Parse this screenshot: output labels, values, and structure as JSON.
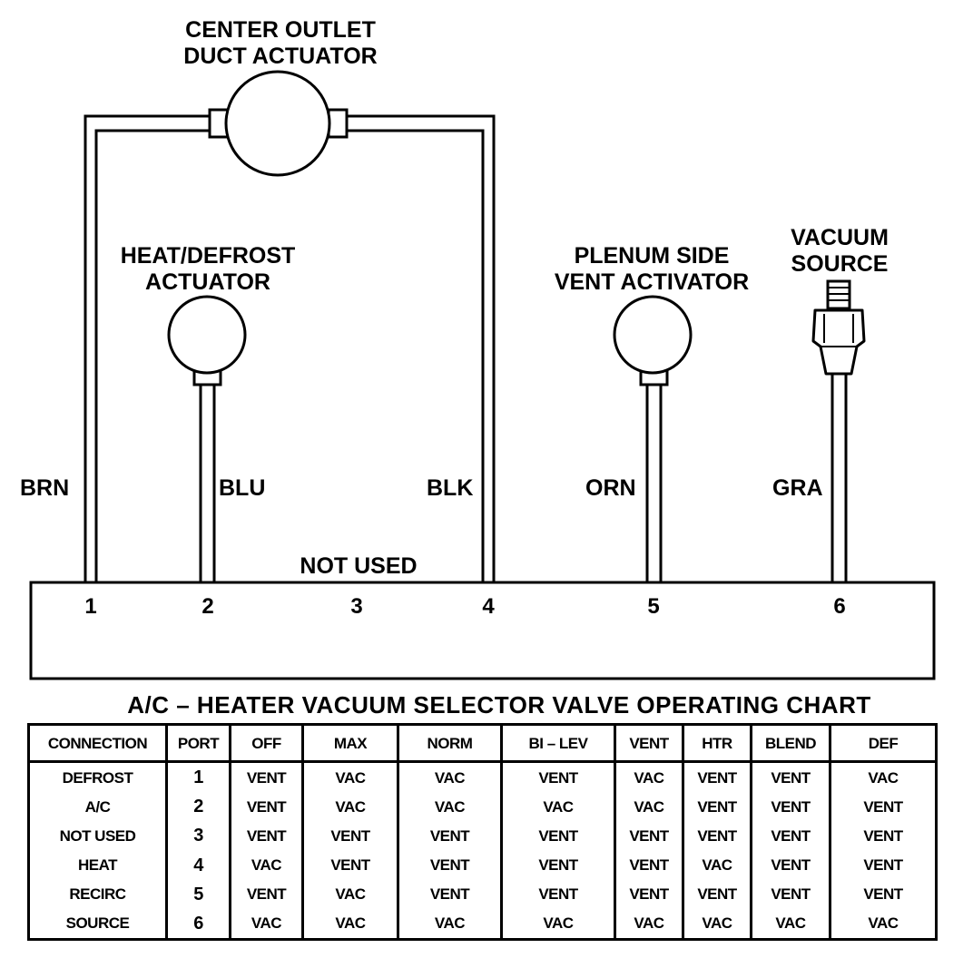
{
  "actuators": {
    "center_outlet": [
      "CENTER OUTLET",
      "DUCT ACTUATOR"
    ],
    "heat_defrost": [
      "HEAT/DEFROST",
      "ACTUATOR"
    ],
    "plenum_side": [
      "PLENUM SIDE",
      "VENT ACTIVATOR"
    ],
    "vacuum_source": [
      "VACUUM",
      "SOURCE"
    ]
  },
  "wires": {
    "brn": "BRN",
    "blu": "BLU",
    "blk": "BLK",
    "orn": "ORN",
    "gra": "GRA"
  },
  "not_used_label": "NOT USED",
  "ports": [
    "1",
    "2",
    "3",
    "4",
    "5",
    "6"
  ],
  "chart": {
    "title": "A/C – HEATER VACUUM SELECTOR VALVE OPERATING CHART",
    "headers": [
      "CONNECTION",
      "PORT",
      "OFF",
      "MAX",
      "NORM",
      "BI – LEV",
      "VENT",
      "HTR",
      "BLEND",
      "DEF"
    ],
    "rows": [
      [
        "DEFROST",
        "1",
        "VENT",
        "VAC",
        "VAC",
        "VENT",
        "VAC",
        "VENT",
        "VENT",
        "VAC"
      ],
      [
        "A/C",
        "2",
        "VENT",
        "VAC",
        "VAC",
        "VAC",
        "VAC",
        "VENT",
        "VENT",
        "VENT"
      ],
      [
        "NOT USED",
        "3",
        "VENT",
        "VENT",
        "VENT",
        "VENT",
        "VENT",
        "VENT",
        "VENT",
        "VENT"
      ],
      [
        "HEAT",
        "4",
        "VAC",
        "VENT",
        "VENT",
        "VENT",
        "VENT",
        "VAC",
        "VENT",
        "VENT"
      ],
      [
        "RECIRC",
        "5",
        "VENT",
        "VAC",
        "VENT",
        "VENT",
        "VENT",
        "VENT",
        "VENT",
        "VENT"
      ],
      [
        "SOURCE",
        "6",
        "VAC",
        "VAC",
        "VAC",
        "VAC",
        "VAC",
        "VAC",
        "VAC",
        "VAC"
      ]
    ]
  }
}
